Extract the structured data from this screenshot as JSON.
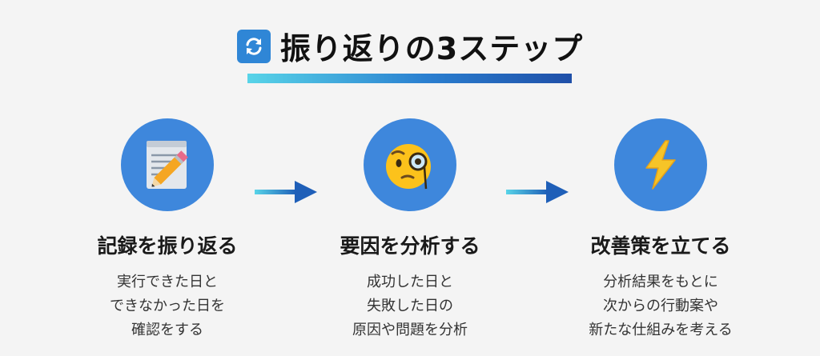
{
  "header": {
    "title": "振り返りの3ステップ",
    "icon": "refresh-icon"
  },
  "steps": [
    {
      "icon": "memo-pencil-icon",
      "title": "記録を振り返る",
      "lines": [
        "実行できた日と",
        "できなかった日を",
        "確認をする"
      ]
    },
    {
      "icon": "monocle-face-icon",
      "title": "要因を分析する",
      "lines": [
        "成功した日と",
        "失敗した日の",
        "原因や問題を分析"
      ]
    },
    {
      "icon": "lightning-icon",
      "title": "改善策を立てる",
      "lines": [
        "分析結果をもとに",
        "次からの行動案や",
        "新たな仕組みを考える"
      ]
    }
  ],
  "colors": {
    "circle": "#3e87dc",
    "accent_light": "#58d4e8",
    "accent_dark": "#1f4fa8",
    "background": "#f4f4f4"
  }
}
